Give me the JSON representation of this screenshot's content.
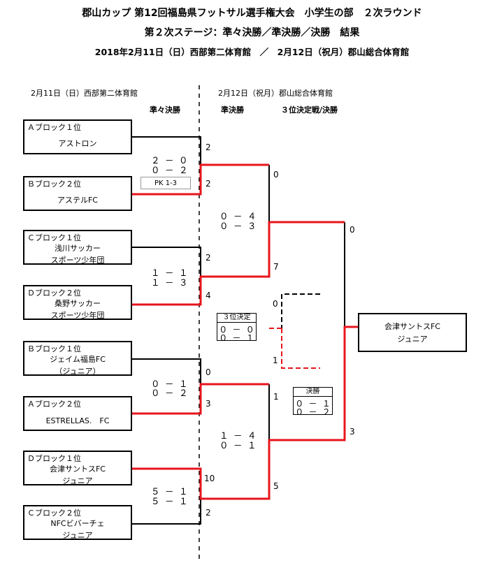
{
  "header": {
    "title": "郡山カップ 第12回福島県フットサル選手権大会　小学生の部　２次ラウンド",
    "subtitle": "第２次ステージ：準々決勝／準決勝／決勝　結果",
    "dates": "2018年2月11日（日）西部第二体育館　／　2月12日（祝月）郡山総合体育館"
  },
  "days": {
    "day1": "2月11日（日）西部第二体育館",
    "day2": "2月12日（祝月）郡山総合体育館"
  },
  "rounds": {
    "qf": "準々決勝",
    "sf": "準決勝",
    "final": "３位決定戦/決勝"
  },
  "teams": [
    {
      "block": "Ａブロック１位",
      "name1": "アストロン",
      "name2": ""
    },
    {
      "block": "Ｂブロック２位",
      "name1": "アステルFC",
      "name2": ""
    },
    {
      "block": "Ｃブロック１位",
      "name1": "浅川サッカー",
      "name2": "スポーツ少年団"
    },
    {
      "block": "Ｄブロック２位",
      "name1": "桑野サッカー",
      "name2": "スポーツ少年団"
    },
    {
      "block": "Ｂブロック１位",
      "name1": "ジェイム福島FC",
      "name2": "（ジュニア）"
    },
    {
      "block": "Ａブロック２位",
      "name1": "ESTRELLAS.　FC",
      "name2": ""
    },
    {
      "block": "Ｄブロック１位",
      "name1": "会津サントスFC",
      "name2": "ジュニア"
    },
    {
      "block": "Ｃブロック２位",
      "name1": "NFCビバーチェ",
      "name2": "ジュニア"
    }
  ],
  "qf_scores": [
    {
      "h1": "２ － ０",
      "h2": "０ － ２",
      "pk": "PK  1-3",
      "top": "2",
      "bottom": "2"
    },
    {
      "h1": "１ － １",
      "h2": "１ － ３",
      "top": "2",
      "bottom": "4"
    },
    {
      "h1": "０ － １",
      "h2": "０ － ２",
      "top": "0",
      "bottom": "3"
    },
    {
      "h1": "５ － １",
      "h2": "５ － １",
      "top": "10",
      "bottom": "2"
    }
  ],
  "sf_scores": [
    {
      "h1": "０ － ４",
      "h2": "０ － ３",
      "top": "0",
      "bottom": "7"
    },
    {
      "h1": "１ － ４",
      "h2": "０ － １",
      "top": "1",
      "bottom": "5"
    }
  ],
  "third_place": {
    "title": "３位決定",
    "h1": "０ － ０",
    "h2": "０ － １",
    "top": "0",
    "bottom": "1"
  },
  "final": {
    "title": "決勝",
    "h1": "０ － １",
    "h2": "０ － ２",
    "top": "0",
    "bottom": "3"
  },
  "winner": {
    "name1": "会津サントスFC",
    "name2": "ジュニア"
  },
  "colors": {
    "winner_line": "#e8141c",
    "line": "#000000"
  }
}
